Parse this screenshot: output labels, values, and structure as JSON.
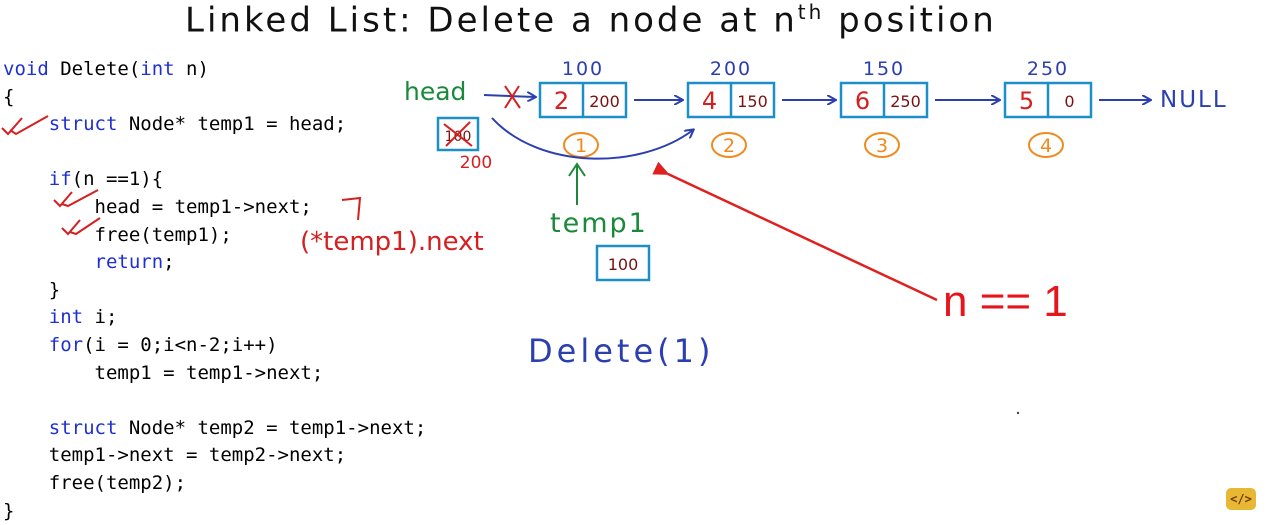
{
  "title": {
    "main": "Linked List: Delete a node at n",
    "sup": "th",
    "tail": "position"
  },
  "code": {
    "lines": [
      [
        "void",
        " Delete(",
        "int",
        " n)"
      ],
      [
        "{"
      ],
      [
        "    ",
        "struct",
        " Node* temp1 = head;"
      ],
      [
        ""
      ],
      [
        "    ",
        "if",
        "(n ==1){"
      ],
      [
        "        head = temp1->next;"
      ],
      [
        "        free(temp1);"
      ],
      [
        "        ",
        "return",
        ";"
      ],
      [
        "    }"
      ],
      [
        "    ",
        "int",
        " i;"
      ],
      [
        "    ",
        "for",
        "(i = 0;i<n-2;i++)"
      ],
      [
        "        temp1 = temp1->next;"
      ],
      [
        ""
      ],
      [
        "    ",
        "struct",
        " Node* temp2 = temp1->next;"
      ],
      [
        "    temp1->next = temp2->next;"
      ],
      [
        "    free(temp2);"
      ],
      [
        "}"
      ]
    ]
  },
  "diagram": {
    "head_label": "head",
    "head_box_old": "100",
    "head_box_new": "200",
    "nodes": [
      {
        "address": "100",
        "data": "2",
        "next": "200",
        "index": "1"
      },
      {
        "address": "200",
        "data": "4",
        "next": "150",
        "index": "2"
      },
      {
        "address": "150",
        "data": "6",
        "next": "250",
        "index": "3"
      },
      {
        "address": "250",
        "data": "5",
        "next": "0",
        "index": "4"
      }
    ],
    "null_label": "NULL",
    "temp1_label": "temp1",
    "temp1_box": "100",
    "annotation": "(*temp1).next",
    "call": "Delete(1)",
    "condition": "n == 1"
  },
  "colors": {
    "keyword": "#1f2fd0",
    "box": "#1d8fc6",
    "ink_blue": "#2b3fb0",
    "ink_red": "#d42020",
    "ink_green": "#1a8a3a",
    "ink_orange": "#f08a1c",
    "ink_maroon": "#7a1010"
  },
  "logo": {
    "text": "</>",
    "icon": "code-logo-icon"
  }
}
